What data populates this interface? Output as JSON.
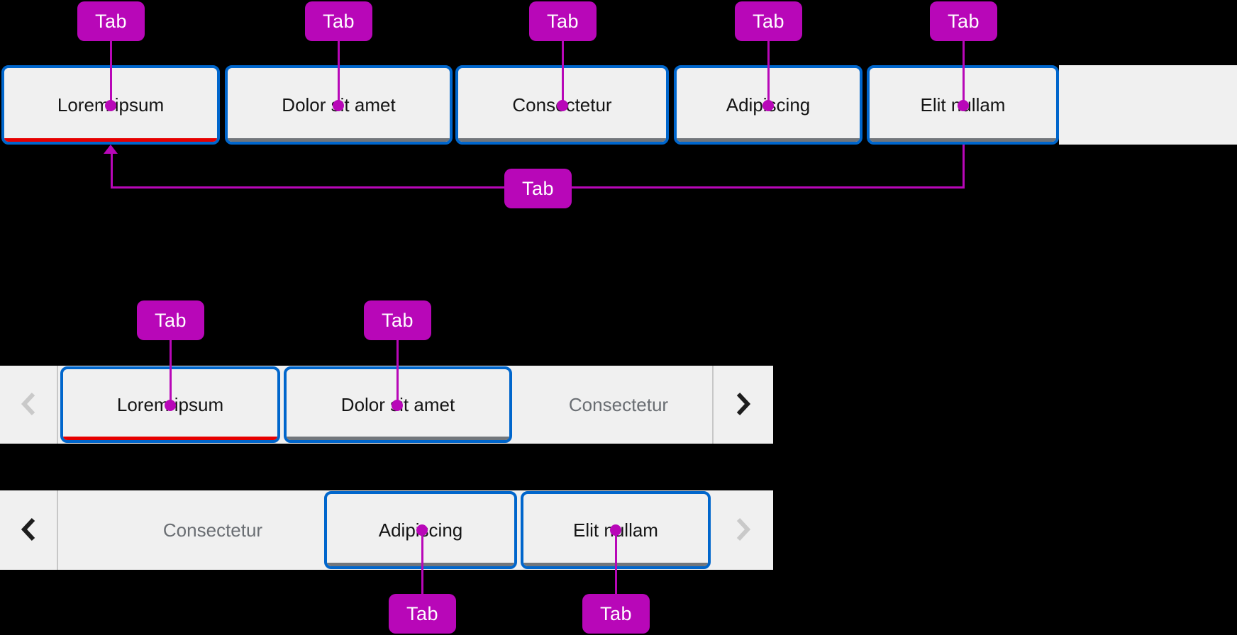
{
  "annotation": {
    "label": "Tab"
  },
  "colors": {
    "page_background": "#000000",
    "annotation": "#b807b8",
    "tab_border": "#0066cc",
    "active_indicator": "#e60000",
    "inactive_indicator": "#72767b",
    "tab_background": "#f0f0f0",
    "tab_text": "#151515",
    "overflow_text": "#6a6e73",
    "divider": "#c7c7c7",
    "scroll_enabled": "#1d1d1d",
    "scroll_disabled": "#c9c9c9"
  },
  "full_tabbar": {
    "tabs": [
      {
        "label": "Lorem ipsum",
        "active": true
      },
      {
        "label": "Dolor sit amet",
        "active": false
      },
      {
        "label": "Consectetur",
        "active": false
      },
      {
        "label": "Adipiscing",
        "active": false
      },
      {
        "label": "Elit nullam",
        "active": false
      }
    ]
  },
  "overflow_tabbar_start": {
    "left_scroll_disabled": true,
    "right_scroll_disabled": false,
    "tabs": [
      {
        "label": "Lorem ipsum",
        "active": true
      },
      {
        "label": "Dolor sit amet",
        "active": false
      }
    ],
    "overflow_tab_label": "Consectetur"
  },
  "overflow_tabbar_end": {
    "left_scroll_disabled": false,
    "right_scroll_disabled": true,
    "overflow_tab_label": "Consectetur",
    "tabs": [
      {
        "label": "Adipiscing",
        "active": false
      },
      {
        "label": "Elit nullam",
        "active": false
      }
    ]
  }
}
